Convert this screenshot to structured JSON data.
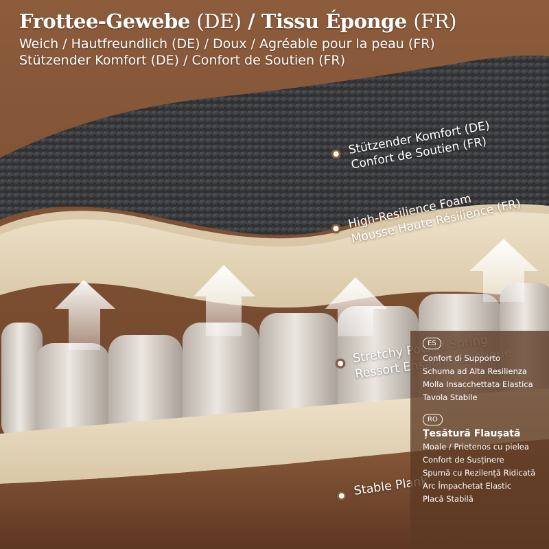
{
  "header": {
    "title_de": "Frottee-Gewebe",
    "title_de_tag": "(DE)",
    "title_sep": " / ",
    "title_fr": "Tissu Éponge",
    "title_fr_tag": "(FR)",
    "line1": "Weich / Hautfreundlich (DE) / Doux / Agréable pour la peau (FR)",
    "line2": "Stützender Komfort (DE) / Confort de Soutien (FR)"
  },
  "callouts": [
    {
      "line1": "Stützender Komfort (DE)",
      "line2": "Confort de Soutien (FR)"
    },
    {
      "line1": "High-Resilience Foam",
      "line2": "Mousse Haute Résilience (FR)"
    },
    {
      "line1": "Stretchy Pocket Spring",
      "line2": "Ressort Ensaché Élastique"
    },
    {
      "line1": "Stable Plank"
    }
  ],
  "languages": [
    {
      "badge": "ES",
      "lines": [
        "Confort di Supporto",
        "Schuma ad Alta Resilienza",
        "Molla Insacchettata Elastica",
        "Tavola Stabile"
      ]
    },
    {
      "badge": "RO",
      "heading": "Țesătură Flaușată",
      "lines": [
        "Moale / Prietenos cu pielea",
        "Confort de Susținere",
        "Spumă cu Rezilență Ridicată",
        "Arc Împachetat Elastic",
        "Placă Stabilă"
      ]
    }
  ],
  "colors": {
    "background": "#7a4c31",
    "fabric": "#3c3d3f",
    "foam": "#e9dcc4",
    "spring": "#dcd6cf",
    "plank": "#6a3f28",
    "text": "#ffffff"
  }
}
